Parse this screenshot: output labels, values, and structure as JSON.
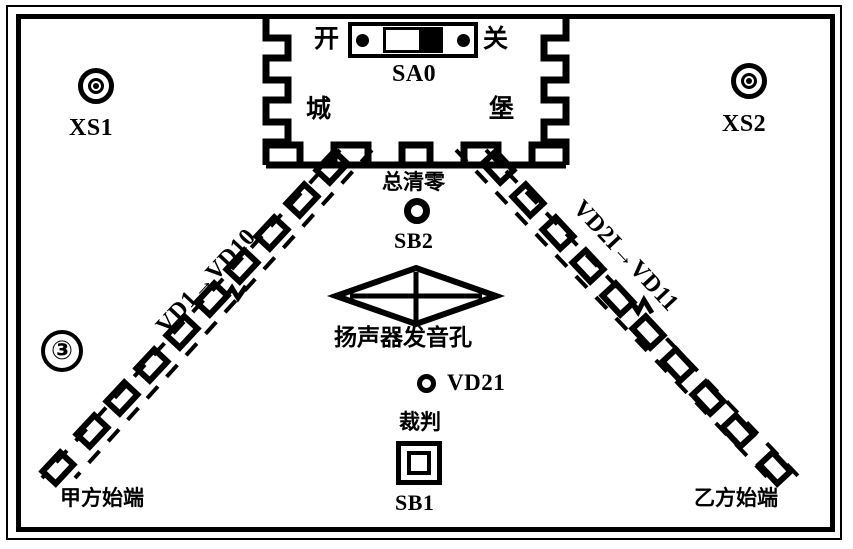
{
  "diagram": {
    "figure_number": "③",
    "title_elements": {
      "castle_left_char": "城",
      "castle_right_char": "堡"
    },
    "switch": {
      "on_label": "开",
      "off_label": "关",
      "designator": "SA0"
    },
    "jacks": [
      {
        "name": "XS1",
        "label": "XS1"
      },
      {
        "name": "XS2",
        "label": "XS2"
      }
    ],
    "master_clear": {
      "caption": "总清零",
      "designator": "SB2"
    },
    "speaker": {
      "caption": "扬声器发音孔"
    },
    "indicator": {
      "designator": "VD21"
    },
    "referee": {
      "caption": "裁判",
      "designator": "SB1"
    },
    "led_chains": [
      {
        "side": "left",
        "label": "VD1→VD10",
        "label_start": "VD1",
        "arrow": "➞",
        "label_end": "VD10",
        "start_caption": "甲方始端",
        "led_count": 10
      },
      {
        "side": "right",
        "label": "VD2I→VD11",
        "label_start": "VD2I",
        "arrow": "➞",
        "label_end": "VD11",
        "start_caption": "乙方始端",
        "led_count": 10
      }
    ],
    "colors": {
      "ink": "#000000",
      "paper": "#ffffff"
    }
  }
}
